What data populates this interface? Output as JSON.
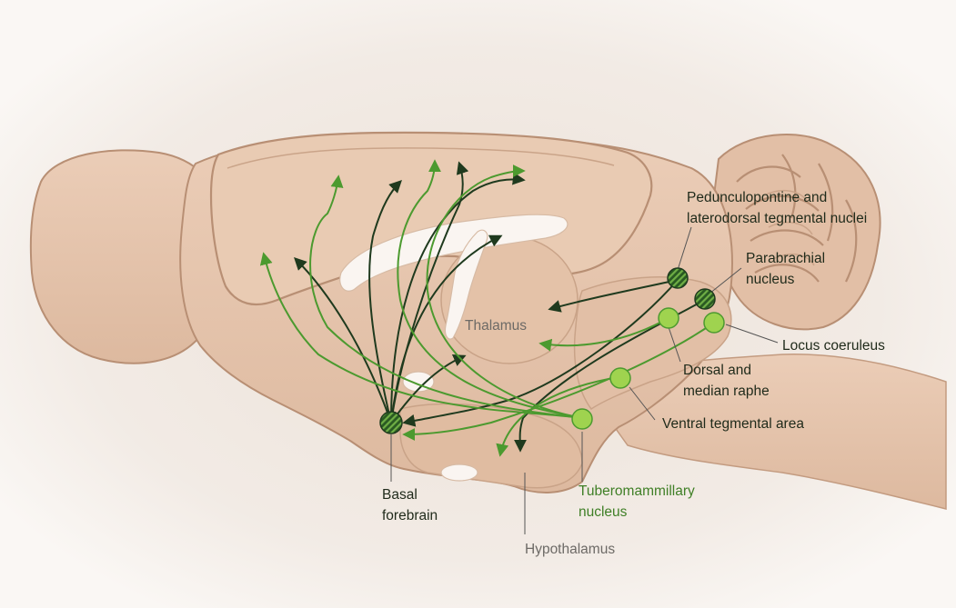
{
  "labels": {
    "pedunculopontine_1": "Pedunculopontine and",
    "pedunculopontine_2": "laterodorsal tegmental nuclei",
    "parabrachial_1": "Parabrachial",
    "parabrachial_2": "nucleus",
    "thalamus": "Thalamus",
    "locus_coeruleus": "Locus coeruleus",
    "raphe_1": "Dorsal and",
    "raphe_2": "median raphe",
    "vta": "Ventral tegmental area",
    "basal_forebrain_1": "Basal",
    "basal_forebrain_2": "forebrain",
    "tuberomammillary_1": "Tuberomammillary",
    "tuberomammillary_2": "nucleus",
    "hypothalamus": "Hypothalamus"
  },
  "colors": {
    "background": "#f3ece6",
    "brain_tissue": "#e6c6ad",
    "tissue_outline": "#b88f74",
    "cholinergic_dark": "#1f3a1e",
    "monoaminergic_green": "#4c9a2f",
    "nucleus_light_green": "#9fd34f",
    "ventricle_white": "#fbf7f4"
  }
}
